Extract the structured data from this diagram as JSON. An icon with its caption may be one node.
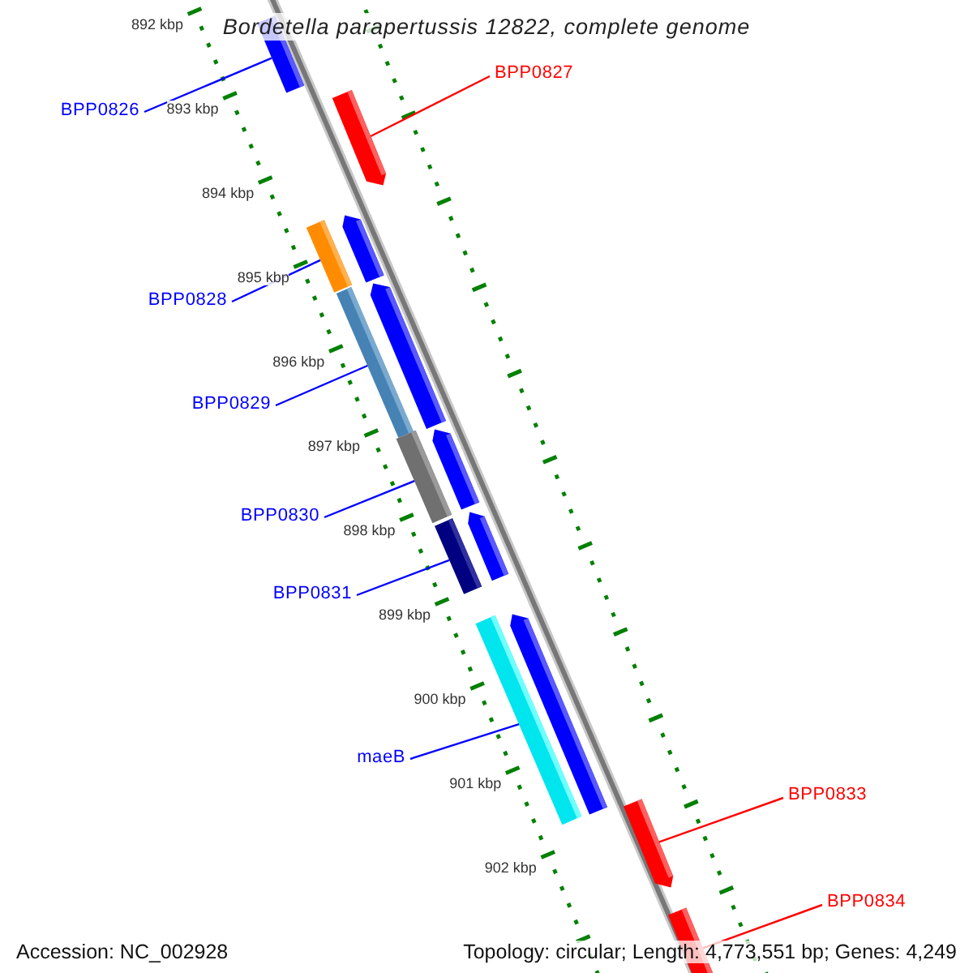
{
  "diagram": {
    "title": "Bordetella parapertussis 12822, complete genome",
    "nodes": [
      {
        "text": [
          "BPP0826"
        ]
      },
      {
        "text": [],
        "shape": "bar"
      },
      {
        "text": [
          "BPP0827"
        ]
      },
      {
        "text": [],
        "shape": "bar"
      },
      {
        "text": [],
        "shape": "bar"
      },
      {
        "text": [
          "BPP0828"
        ]
      },
      {
        "text": [],
        "shape": "bar"
      },
      {
        "text": [],
        "shape": "bar"
      },
      {
        "text": [
          "BPP0829"
        ]
      },
      {
        "text": [],
        "shape": "bar"
      },
      {
        "text": [
          "BPP0830"
        ]
      },
      {
        "text": [],
        "shape": "bar"
      },
      {
        "text": [],
        "shape": "bar"
      },
      {
        "text": [
          "BPP0831"
        ]
      },
      {
        "text": [],
        "shape": "bar"
      },
      {
        "text": [],
        "shape": "bar"
      },
      {
        "text": [
          "maeB"
        ]
      },
      {
        "text": [],
        "shape": "bar"
      },
      {
        "text": [],
        "shape": "bar"
      },
      {
        "text": [
          "BPP0833"
        ]
      },
      {
        "text": [],
        "shape": "bar"
      },
      {
        "text": [
          "BPP0834"
        ]
      },
      {
        "text": [],
        "shape": "bar"
      }
    ],
    "edges": [
      {
        "from": 0,
        "to": 1,
        "arrow": "none"
      },
      {
        "from": 2,
        "to": 3,
        "arrow": "none",
        "color": "#ff0000"
      },
      {
        "from": 5,
        "to": 6,
        "arrow": "none"
      },
      {
        "from": 8,
        "to": 9,
        "arrow": "none"
      },
      {
        "from": 10,
        "to": 11,
        "arrow": "none"
      },
      {
        "from": 13,
        "to": 14,
        "arrow": "none"
      },
      {
        "from": 16,
        "to": 17,
        "arrow": "none"
      },
      {
        "from": 19,
        "to": 20,
        "arrow": "none",
        "color": "#ff0000"
      },
      {
        "from": 21,
        "to": 22,
        "arrow": "none",
        "color": "#ff0000"
      }
    ],
    "labels": [
      "892 kbp",
      "893 kbp",
      "894 kbp",
      "895 kbp",
      "896 kbp",
      "897 kbp",
      "898 kbp",
      "899 kbp",
      "900 kbp",
      "901 kbp",
      "902 kbp",
      "Accession: NC_002928",
      "Topology: circular; Length: 4,773,551 bp; Genes: 4,249"
    ]
  }
}
